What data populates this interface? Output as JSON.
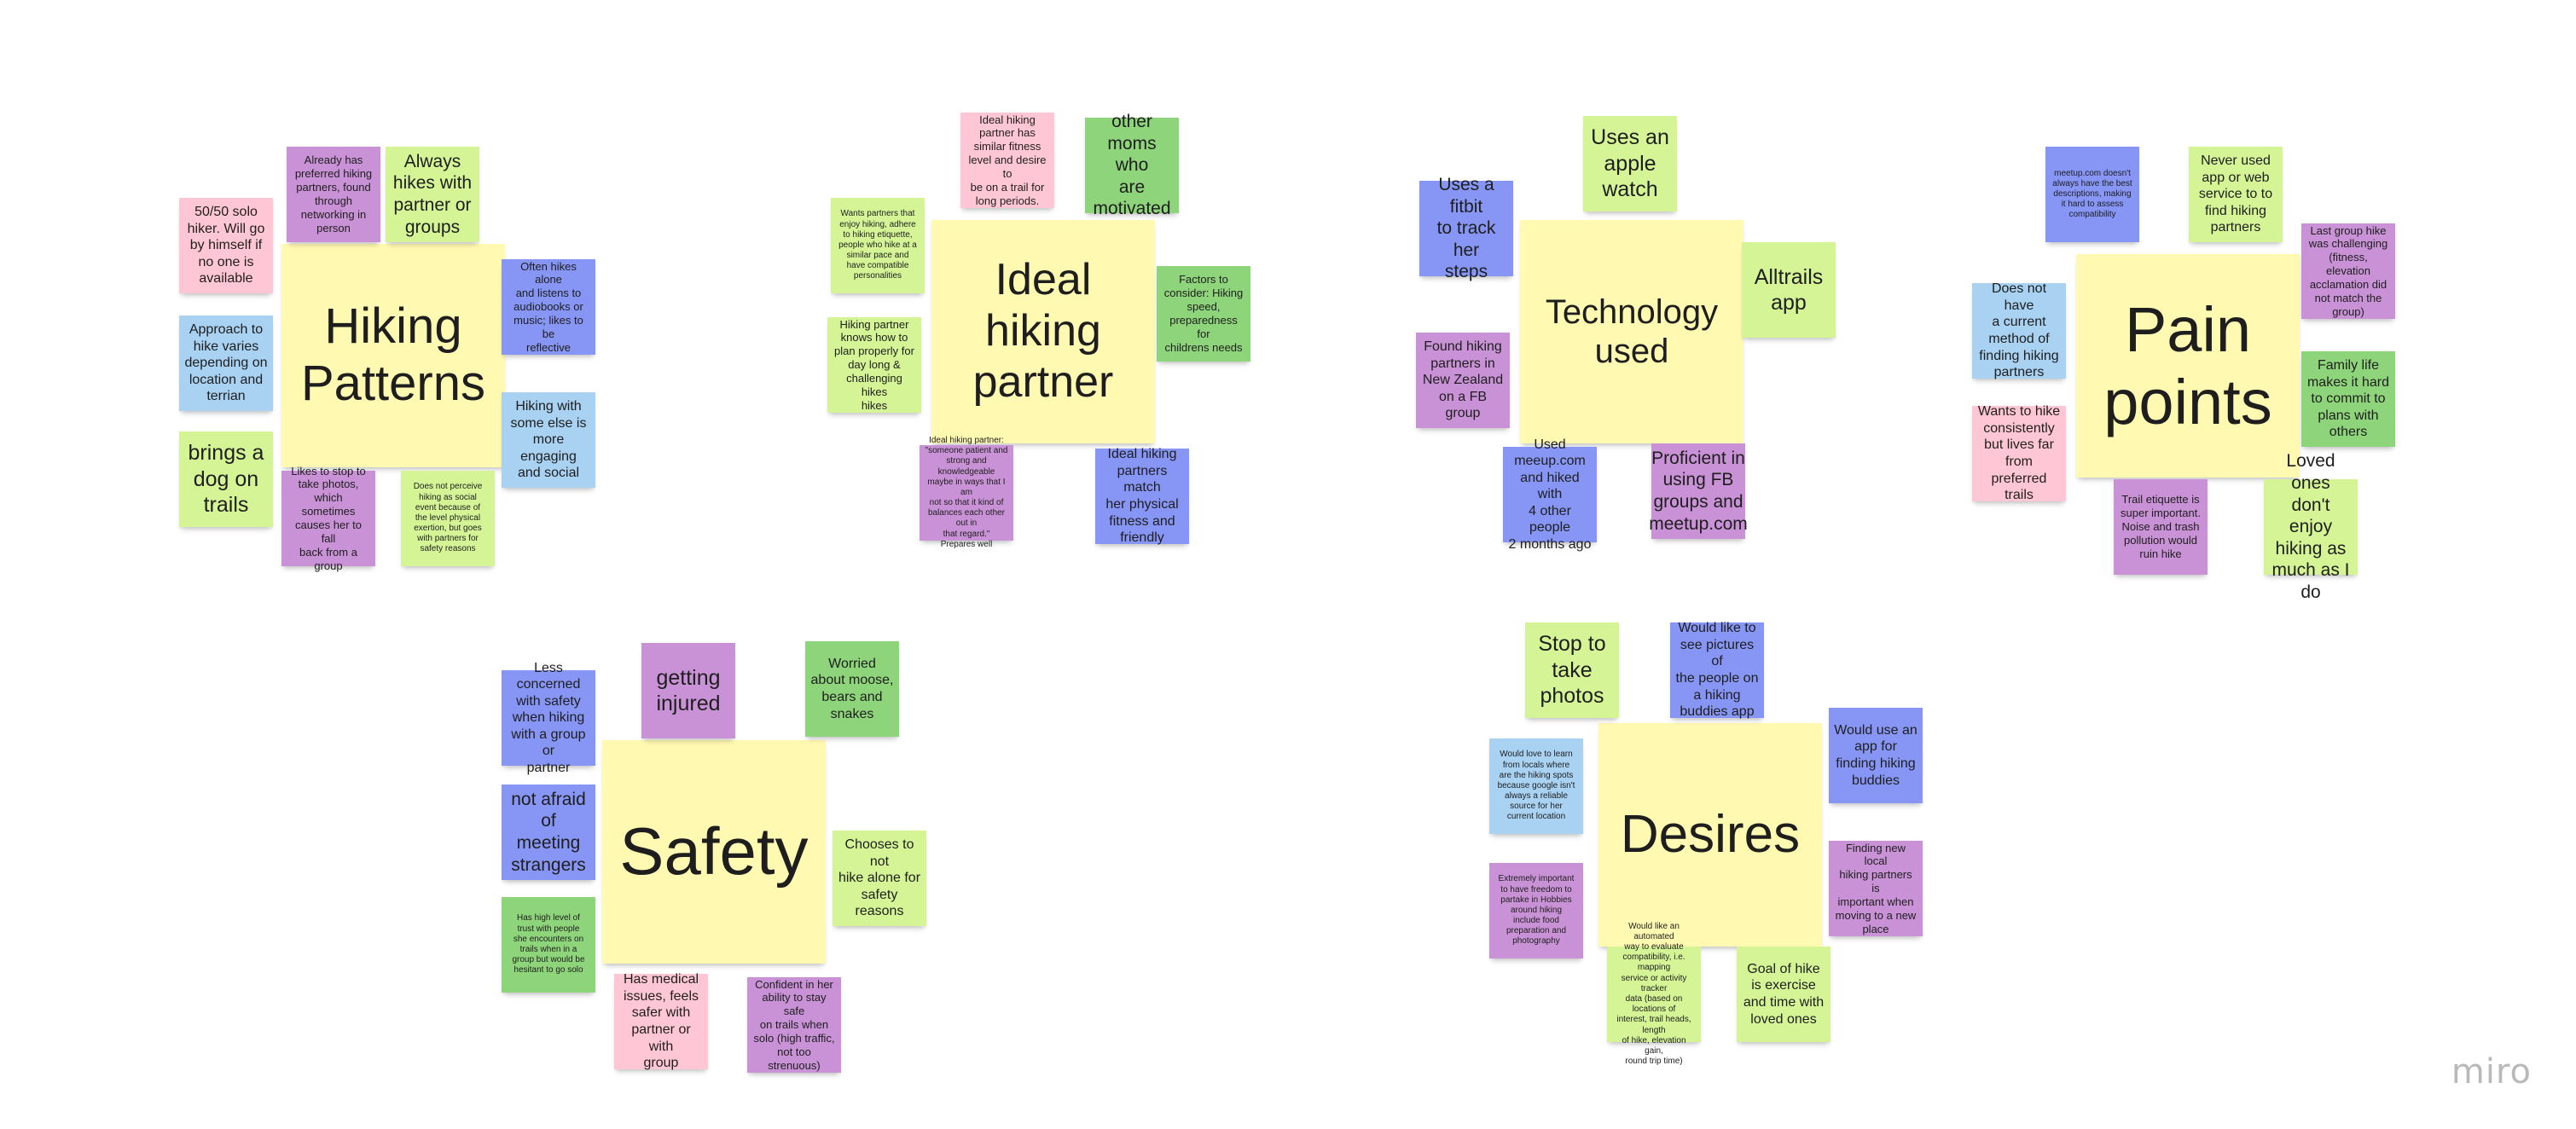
{
  "watermark": "miro",
  "colors": {
    "yellow": "#fff9b1",
    "pink": "#ffc7d6",
    "purple": "#c992d6",
    "blue": "#8796f5",
    "light_blue": "#a8d1f2",
    "light_green": "#d4f496",
    "green": "#8ed47a"
  },
  "hiking_patterns": {
    "title": "Hiking\nPatterns",
    "notes": [
      "50/50 solo\nhiker. Will go\nby himself if\nno one is\navailable",
      "Already has\npreferred hiking\npartners, found\nthrough\nnetworking in\nperson",
      "Always\nhikes with\npartner or\ngroups",
      "Often hikes alone\nand listens to\naudiobooks or\nmusic; likes to be\nreflective",
      "Approach to\nhike varies\ndepending on\nlocation and\nterrian",
      "Hiking with\nsome else is\nmore engaging\nand social",
      "brings a\ndog on\ntrails",
      "Likes to stop to\ntake photos,\nwhich sometimes\ncauses her to fall\nback from a group",
      "Does not perceive\nhiking as social\nevent because of\nthe level physical\nexertion, but goes\nwith partners for\nsafety reasons"
    ]
  },
  "ideal_partner": {
    "title": "Ideal\nhiking\npartner",
    "notes": [
      "Ideal hiking\npartner has\nsimilar fitness\nlevel and desire to\nbe on a trail for\nlong periods.",
      "other\nmoms who\nare\nmotivated",
      "Wants partners that\nenjoy hiking, adhere\nto hiking etiquette,\npeople who hike at a\nsimilar pace and\nhave compatible\npersonalities",
      "Factors to\nconsider: Hiking\nspeed,\npreparedness for\nchildrens needs",
      "Hiking partner\nknows how to\nplan properly for\nday long &\nchallenging hikes\nhikes",
      "Ideal hiking partner:\n\"someone patient and\nstrong and knowledgeable\nmaybe in ways that I am\nnot so that it kind of\nbalances each other out in\nthat regard.\" Prepares well",
      "Ideal hiking\npartners match\nher physical\nfitness and\nfriendly"
    ]
  },
  "technology": {
    "title": "Technology\nused",
    "notes": [
      "Uses an\napple\nwatch",
      "Uses a fitbit\nto track her\nsteps",
      "Alltrails\napp",
      "Found hiking\npartners in\nNew Zealand\non a FB group",
      "Used\nmeeup.com\nand hiked with\n4 other people\n2 months ago",
      "Proficient in\nusing FB\ngroups and\nmeetup.com"
    ]
  },
  "pain_points": {
    "title": "Pain\npoints",
    "notes": [
      "meetup.com doesn't\nalways have the best\ndescriptions, making\nit hard to assess\ncompatibility",
      "Never used\napp or web\nservice to to\nfind hiking\npartners",
      "Last group hike\nwas challenging\n(fitness, elevation\nacclamation did\nnot match the\ngroup)",
      "Does not have\na current\nmethod of\nfinding hiking\npartners",
      "Family life\nmakes it hard\nto commit to\nplans with\nothers",
      "Wants to hike\nconsistently\nbut lives far\nfrom preferred\ntrails",
      "Trail etiquette is\nsuper important.\nNoise and trash\npollution would\nruin hike",
      "Loved ones\ndon't enjoy\nhiking as\nmuch as I do"
    ]
  },
  "safety": {
    "title": "Safety",
    "notes": [
      "Less concerned\nwith safety\nwhen hiking\nwith a group or\npartner",
      "getting\ninjured",
      "Worried\nabout moose,\nbears and\nsnakes",
      "not afraid\nof meeting\nstrangers",
      "Chooses to not\nhike alone for\nsafety reasons",
      "Has high level of\ntrust with people\nshe encounters on\ntrails when in a\ngroup but would be\nhesitant to go solo",
      "Has medical\nissues, feels\nsafer with\npartner or with\ngroup",
      "Confident in her\nability to stay safe\non trails when\nsolo (high traffic,\nnot too\nstrenuous)"
    ]
  },
  "desires": {
    "title": "Desires",
    "notes": [
      "Stop to\ntake\nphotos",
      "Would like to\nsee pictures of\nthe people on\na hiking\nbuddies app",
      "Would love to learn\nfrom locals where\nare the hiking spots\nbecause google isn't\nalways a reliable\nsource for her\ncurrent location",
      "Would use an\napp for\nfinding hiking\nbuddies",
      "Extremely important\nto have freedom to\npartake in Hobbies\naround hiking\ninclude food\npreparation and\nphotography",
      "Finding new local\nhiking partners is\nimportant when\nmoving to a new\nplace",
      "Would like an automated\nway to evaluate\ncompatibility, i.e. mapping\nservice or activity tracker\ndata (based on locations of\ninterest, trail heads, length\nof hike, elevation gain,\nround trip time)",
      "Goal of hike\nis exercise\nand time with\nloved ones"
    ]
  }
}
